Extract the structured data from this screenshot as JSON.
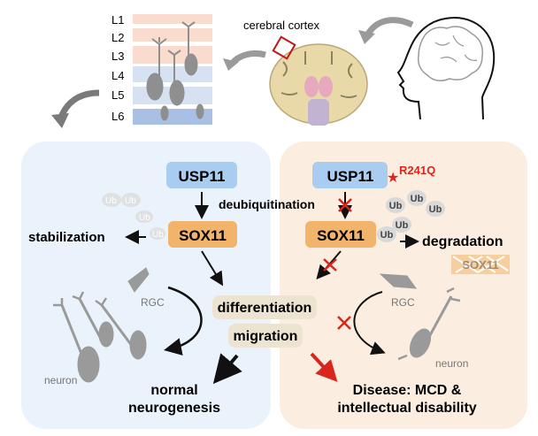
{
  "top": {
    "layers": [
      "L1",
      "L2",
      "L3",
      "L4",
      "L5",
      "L6"
    ],
    "cortex_label": "cerebral cortex"
  },
  "normal_panel": {
    "usp11": "USP11",
    "sox11": "SOX11",
    "deubiquitination": "deubiquitination",
    "stabilization": "stabilization",
    "ub_tags": [
      "Ub",
      "Ub",
      "Ub",
      "Ub"
    ],
    "rgc": "RGC",
    "neuron": "neuron",
    "outcome_line1": "normal",
    "outcome_line2": "neurogenesis"
  },
  "center": {
    "differentiation": "differentiation",
    "migration": "migration"
  },
  "disease_panel": {
    "usp11": "USP11",
    "mutation": "R241Q",
    "sox11": "SOX11",
    "degradation": "degradation",
    "degraded_sox11": "SOX11",
    "ub_tags": [
      "Ub",
      "Ub",
      "Ub",
      "Ub",
      "Ub"
    ],
    "rgc": "RGC",
    "neuron": "neuron",
    "outcome_line1": "Disease: MCD &",
    "outcome_line2": "intellectual disability"
  },
  "colors": {
    "normal_bg": "#eaf2fb",
    "disease_bg": "#fbeee0",
    "usp11": "#a9cdf0",
    "sox11": "#f2b36b",
    "process_box": "#ece3d1",
    "inhibit_red": "#d9261c",
    "cell_gray": "#9a9a9a"
  }
}
